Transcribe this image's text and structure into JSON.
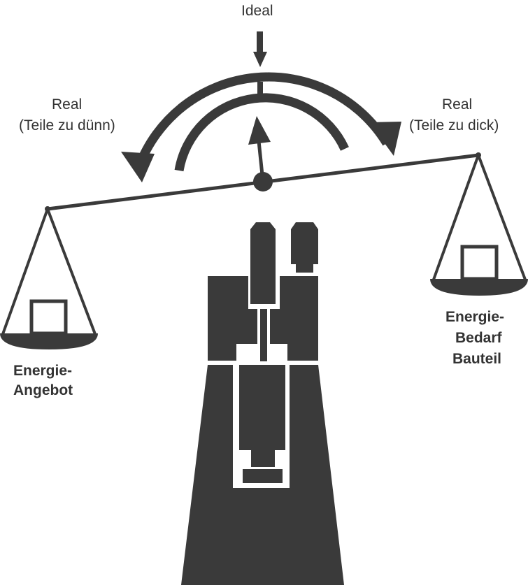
{
  "labels": {
    "ideal": "Ideal",
    "real_left_line1": "Real",
    "real_left_line2": "(Teile zu dünn)",
    "real_right_line1": "Real",
    "real_right_line2": "(Teile zu dick)",
    "supply_line1": "Energie-",
    "supply_line2": "Angebot",
    "demand_line1": "Energie-",
    "demand_line2": "Bedarf",
    "demand_line3": "Bauteil"
  },
  "colors": {
    "ink": "#3a3a3a",
    "text": "#333333",
    "background": "#ffffff"
  }
}
